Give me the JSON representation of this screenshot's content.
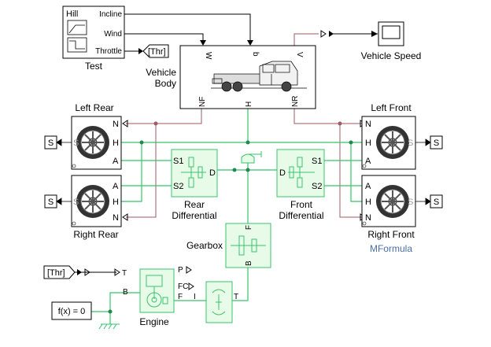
{
  "colors": {
    "mech": "#36c46b",
    "signal": "#a05a62",
    "block_fill": "#e8fbe8",
    "block_stroke": "#36c46b",
    "text": "#000000",
    "subtext": "#4a6fa5"
  },
  "test_block": {
    "title": "Hill",
    "ports": [
      "Incline",
      "Wind",
      "Throttle"
    ],
    "label": "Test"
  },
  "thr_tag_out": "[Thr]",
  "thr_tag_in": "[Thr]",
  "vehicle_body": {
    "label_line1": "Vehicle",
    "label_line2": "Body",
    "top_ports": [
      "W",
      "b",
      "V"
    ],
    "bottom_ports": [
      "NF",
      "H",
      "NR"
    ]
  },
  "vehicle_speed": {
    "label": "Vehicle Speed"
  },
  "left_rear": {
    "label": "Left Rear",
    "ports": [
      "N",
      "H",
      "A"
    ],
    "side": "S"
  },
  "right_rear": {
    "label": "Right Rear",
    "ports": [
      "A",
      "H",
      "N"
    ],
    "side": "S"
  },
  "left_front": {
    "label": "Left Front",
    "ports": [
      "N",
      "H",
      "A"
    ],
    "side": "S"
  },
  "right_front": {
    "label": "Right Front",
    "ports": [
      "A",
      "H",
      "N"
    ],
    "side": "S"
  },
  "mformula": "MFormula",
  "rear_diff": {
    "line1": "Rear",
    "line2": "Differential",
    "ports": [
      "S1",
      "S2",
      "D"
    ]
  },
  "front_diff": {
    "line1": "Front",
    "line2": "Differential",
    "ports": [
      "S1",
      "S2",
      "D"
    ]
  },
  "gearbox": {
    "label": "Gearbox",
    "ports": [
      "F",
      "B"
    ]
  },
  "engine": {
    "label": "Engine",
    "ports": [
      "B",
      "F",
      "T",
      "P",
      "FC"
    ]
  },
  "clutch": {
    "ports": [
      "I",
      "T"
    ]
  },
  "solver": {
    "text": "f(x) = 0"
  }
}
